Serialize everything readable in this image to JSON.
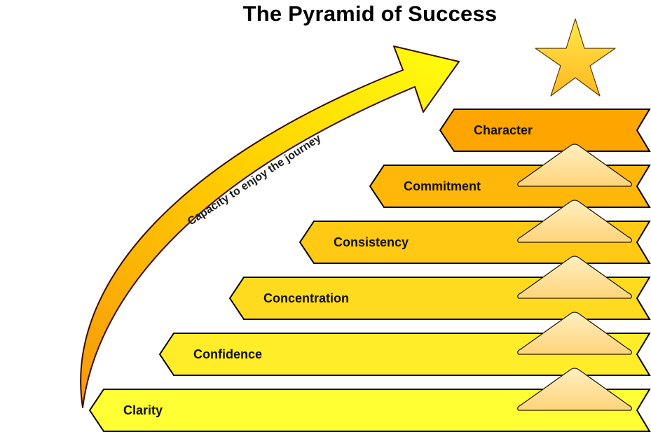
{
  "title": "The Pyramid of Success",
  "arrow_label": "Capacity to enjoy the journey",
  "levels": [
    {
      "label": "Character"
    },
    {
      "label": "Commitment"
    },
    {
      "label": "Consistency"
    },
    {
      "label": "Concentration"
    },
    {
      "label": "Confidence"
    },
    {
      "label": "Clarity"
    }
  ],
  "colors": {
    "top_band": "#FFA500",
    "bottom_band": "#FFFF33",
    "arrow_start": "#FFA500",
    "arrow_end": "#FFFF00",
    "star": "#FFC81E",
    "outline": "#000000",
    "arrow_outline": "#3a0b0b"
  }
}
